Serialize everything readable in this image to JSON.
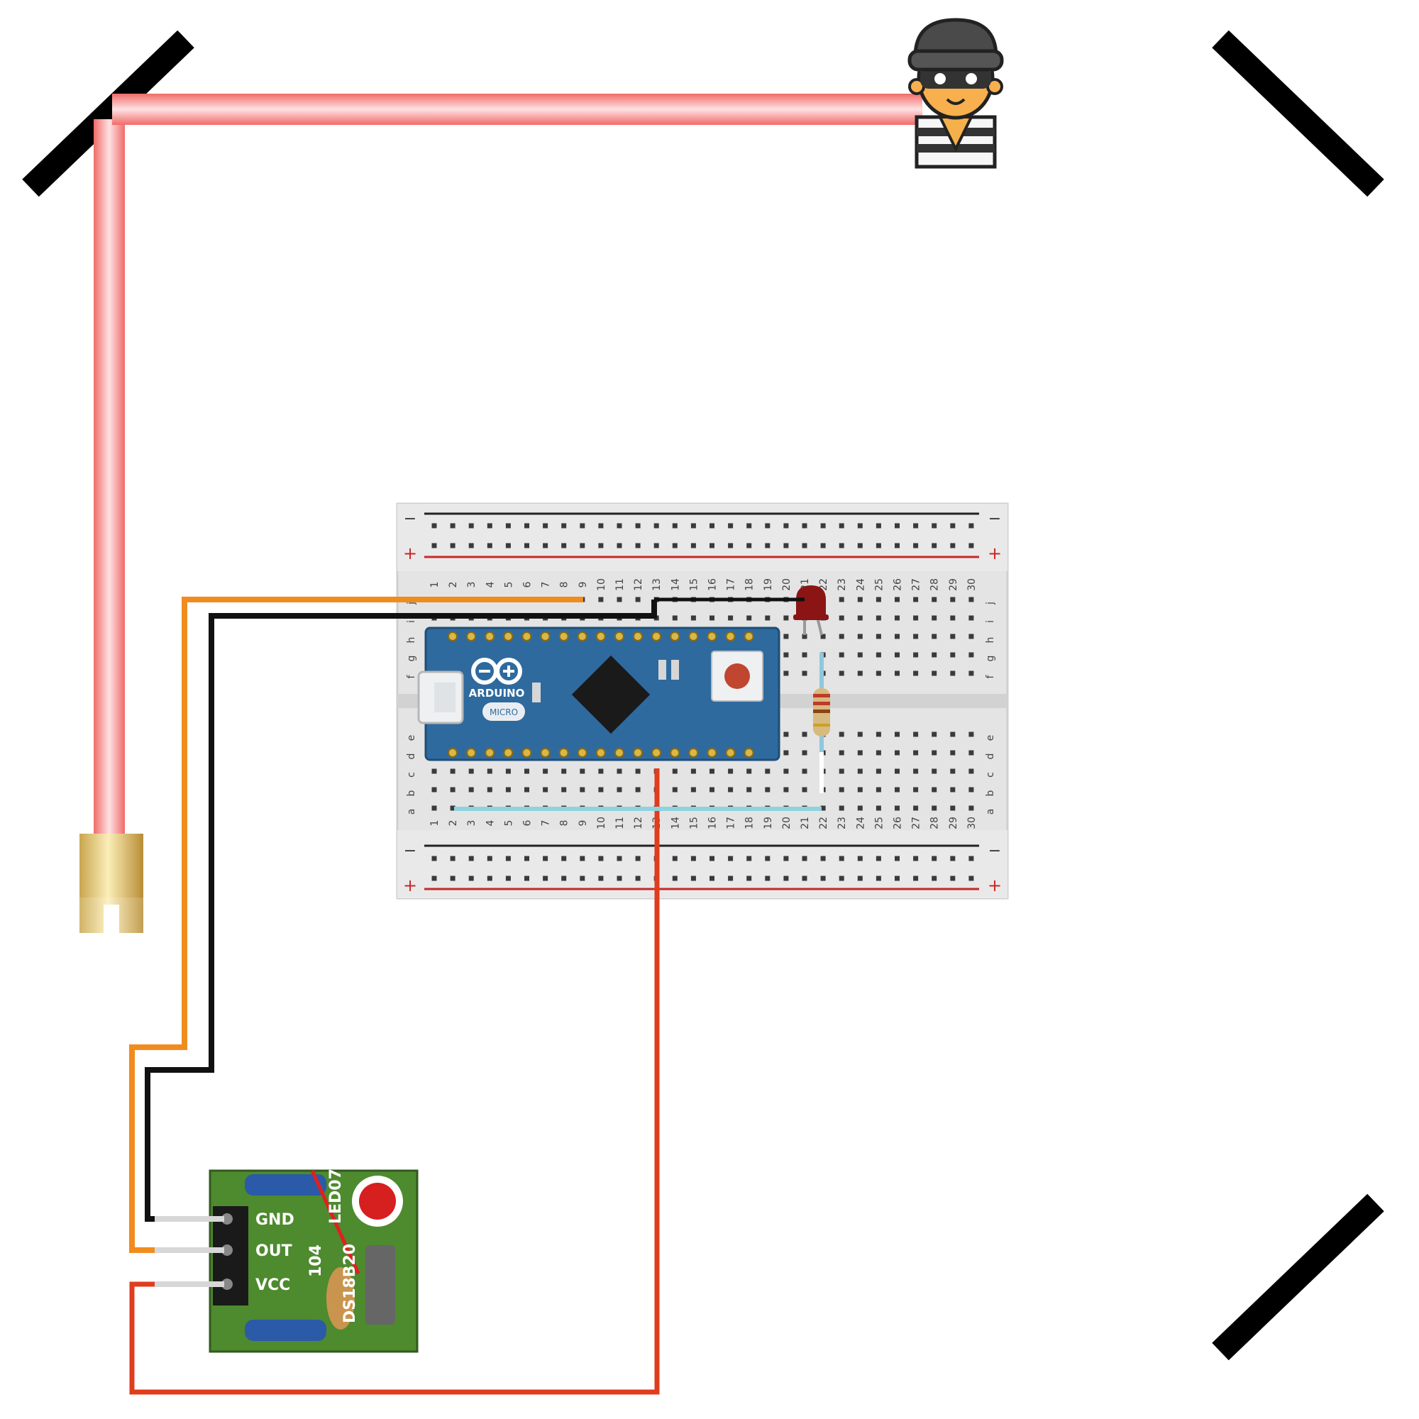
{
  "breadboard": {
    "columns": [
      "1",
      "2",
      "3",
      "4",
      "5",
      "6",
      "7",
      "8",
      "9",
      "10",
      "11",
      "12",
      "13",
      "14",
      "15",
      "16",
      "17",
      "18",
      "19",
      "20",
      "21",
      "22",
      "23",
      "24",
      "25",
      "26",
      "27",
      "28",
      "29",
      "30"
    ],
    "top_rows": [
      "j",
      "i",
      "h",
      "g",
      "f"
    ],
    "bottom_rows": [
      "e",
      "d",
      "c",
      "b",
      "a"
    ],
    "rail_minus": "−",
    "rail_plus": "+"
  },
  "arduino": {
    "brand": "ARDUINO",
    "model": "MICRO"
  },
  "sensor_module": {
    "pin_gnd": "GND",
    "pin_out": "OUT",
    "pin_vcc": "VCC",
    "cap_code": "104",
    "chip_label": "DS18B20",
    "led_label": "LED07"
  },
  "colors": {
    "laser_beam": "#f24a4a",
    "mirror": "#000000",
    "wire_orange": "#f08c1e",
    "wire_black": "#111111",
    "wire_red": "#e03c1e",
    "arduino_board": "#2e6a9e",
    "module_pcb": "#4e8a2e"
  },
  "icons": [
    "mirror-icon",
    "laser-diode-icon",
    "thief-icon",
    "led-icon",
    "resistor-icon"
  ]
}
